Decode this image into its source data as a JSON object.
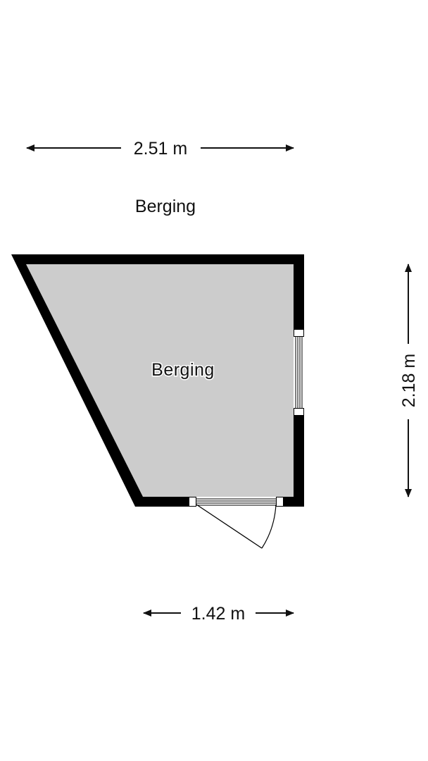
{
  "floor_title": "Berging",
  "room": {
    "name": "Berging",
    "fill_color": "#cccccc",
    "wall_color": "#000000"
  },
  "dimensions": {
    "width_top": "2.51 m",
    "height_right": "2.18 m",
    "width_bottom": "1.42 m"
  }
}
